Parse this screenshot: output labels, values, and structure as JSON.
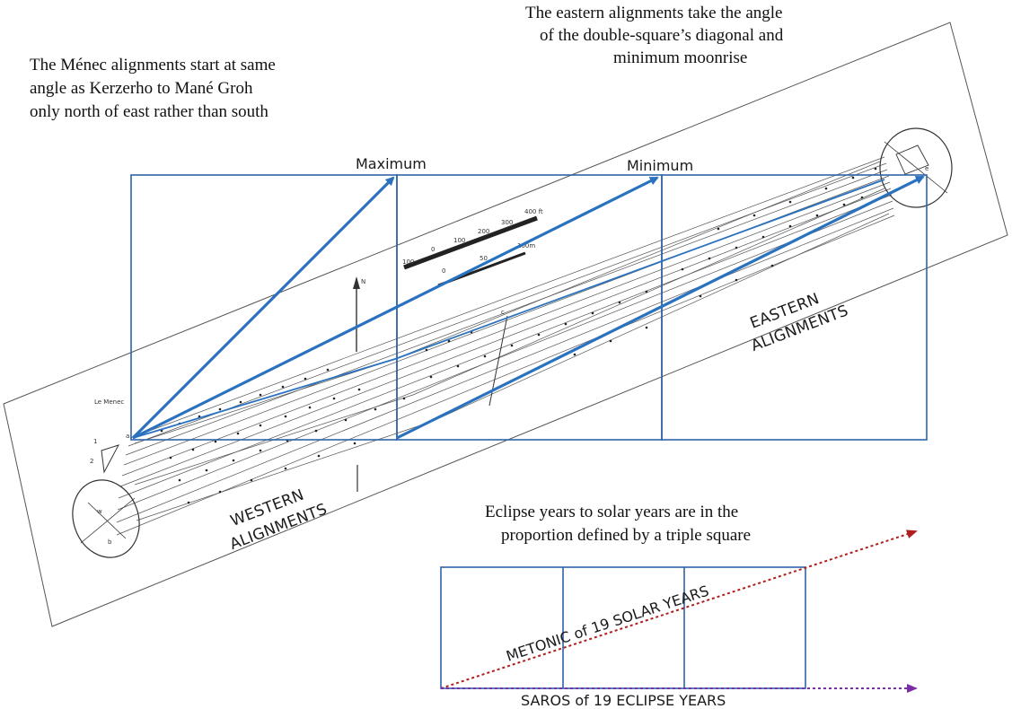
{
  "annotations": {
    "west_note": [
      "The Ménec alignments start at same",
      "angle as Kerzerho to Mané Groh",
      "only north of east rather than south"
    ],
    "east_note": [
      "The eastern alignments take the angle",
      "of the double-square’s diagonal and",
      "minimum moonrise"
    ],
    "eclipse_note": [
      "Eclipse years to solar years are in the",
      "proportion defined by a triple square"
    ]
  },
  "labels": {
    "maximum": "Maximum",
    "minimum": "Minimum",
    "eastern": [
      "EASTERN",
      "ALIGNMENTS"
    ],
    "western": [
      "WESTERN",
      "ALIGNMENTS"
    ],
    "metonic": "METONIC of 19 SOLAR YEARS",
    "saros": "SAROS of 19 ECLIPSE YEARS"
  },
  "map_labels": {
    "village": "Le Menec",
    "north": "N",
    "scale_ft": [
      "100",
      "0",
      "100",
      "200",
      "300",
      "400 ft"
    ],
    "scale_m": [
      "0",
      "50",
      "100m"
    ],
    "point_a": "a",
    "point_b": "b",
    "point_c": "c",
    "point_e": "e",
    "point_w": "w",
    "legend_1": "1",
    "legend_2": "2"
  },
  "colors": {
    "square_outline": "#2f63a8",
    "arrow_blue": "#2a72c0",
    "metonic_arrow": "#b01e1e",
    "saros_arrow": "#7a2fa8"
  }
}
